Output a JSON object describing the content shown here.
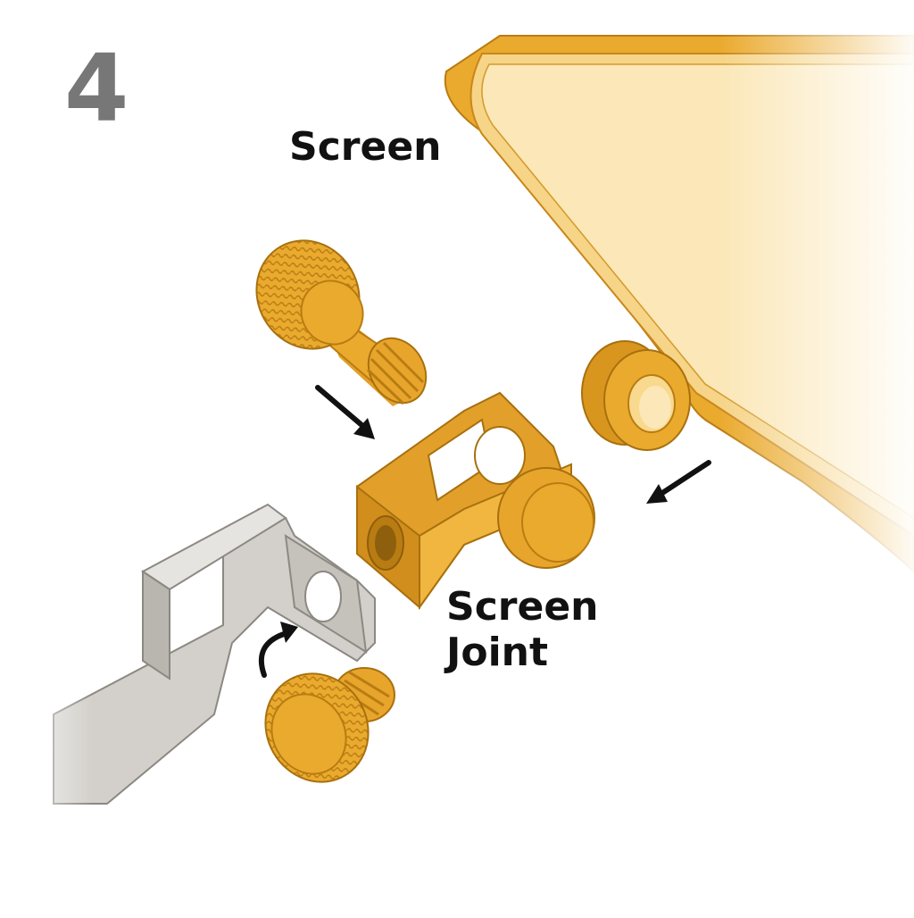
{
  "step": "4",
  "labels": {
    "screen": "Screen",
    "joint_line1": "Screen",
    "joint_line2": "Joint"
  },
  "colors": {
    "part": "#EAAA2E",
    "part_dark": "#C9871A",
    "part_light": "#F6C860",
    "bracket": "#D3D0CB",
    "bracket_dark": "#9E9A94",
    "arrow": "#111111",
    "step_number": "#777777"
  },
  "icons": [
    "arrow-down-right-icon",
    "arrow-down-left-icon",
    "curved-arrow-icon"
  ]
}
